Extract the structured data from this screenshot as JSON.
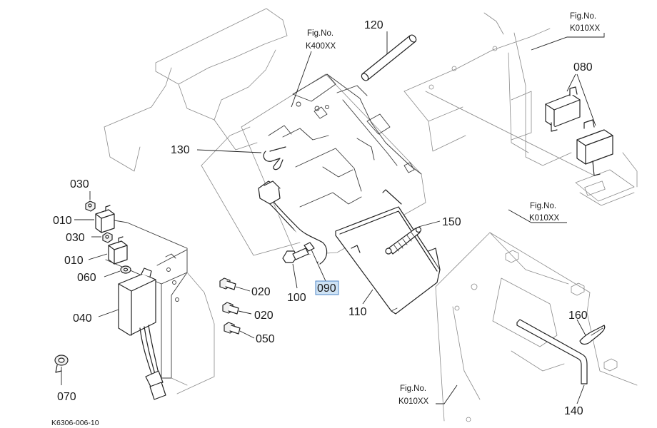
{
  "labels": {
    "p010a": "010",
    "p010b": "010",
    "p020a": "020",
    "p020b": "020",
    "p030a": "030",
    "p030b": "030",
    "p040": "040",
    "p050": "050",
    "p060": "060",
    "p070": "070",
    "p080": "080",
    "p090": "090",
    "p100": "100",
    "p110": "110",
    "p120": "120",
    "p130": "130",
    "p140": "140",
    "p150": "150",
    "p160": "160"
  },
  "refs": {
    "k400": {
      "title": "Fig.No.",
      "code": "K400XX"
    },
    "k010_top": {
      "title": "Fig.No.",
      "code": "K010XX"
    },
    "k010_mid": {
      "title": "Fig.No.",
      "code": "K010XX"
    },
    "k010_bot": {
      "title": "Fig.No.",
      "code": "K010XX"
    }
  },
  "drawing_code": "K6306-006-10",
  "highlight": {
    "part": "090",
    "color": "#cfe3f5"
  }
}
